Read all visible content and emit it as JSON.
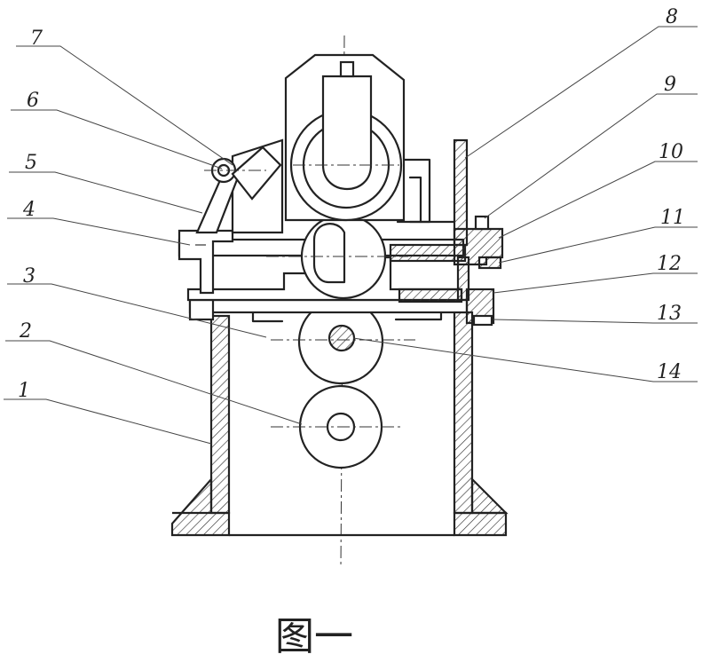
{
  "figure": {
    "caption": "图一"
  },
  "callouts": [
    {
      "id": "1",
      "text": "1"
    },
    {
      "id": "2",
      "text": "2"
    },
    {
      "id": "3",
      "text": "3"
    },
    {
      "id": "4",
      "text": "4"
    },
    {
      "id": "5",
      "text": "5"
    },
    {
      "id": "6",
      "text": "6"
    },
    {
      "id": "7",
      "text": "7"
    },
    {
      "id": "8",
      "text": "8"
    },
    {
      "id": "9",
      "text": "9"
    },
    {
      "id": "10",
      "text": "10"
    },
    {
      "id": "11",
      "text": "11"
    },
    {
      "id": "12",
      "text": "12"
    },
    {
      "id": "13",
      "text": "13"
    },
    {
      "id": "14",
      "text": "14"
    }
  ]
}
